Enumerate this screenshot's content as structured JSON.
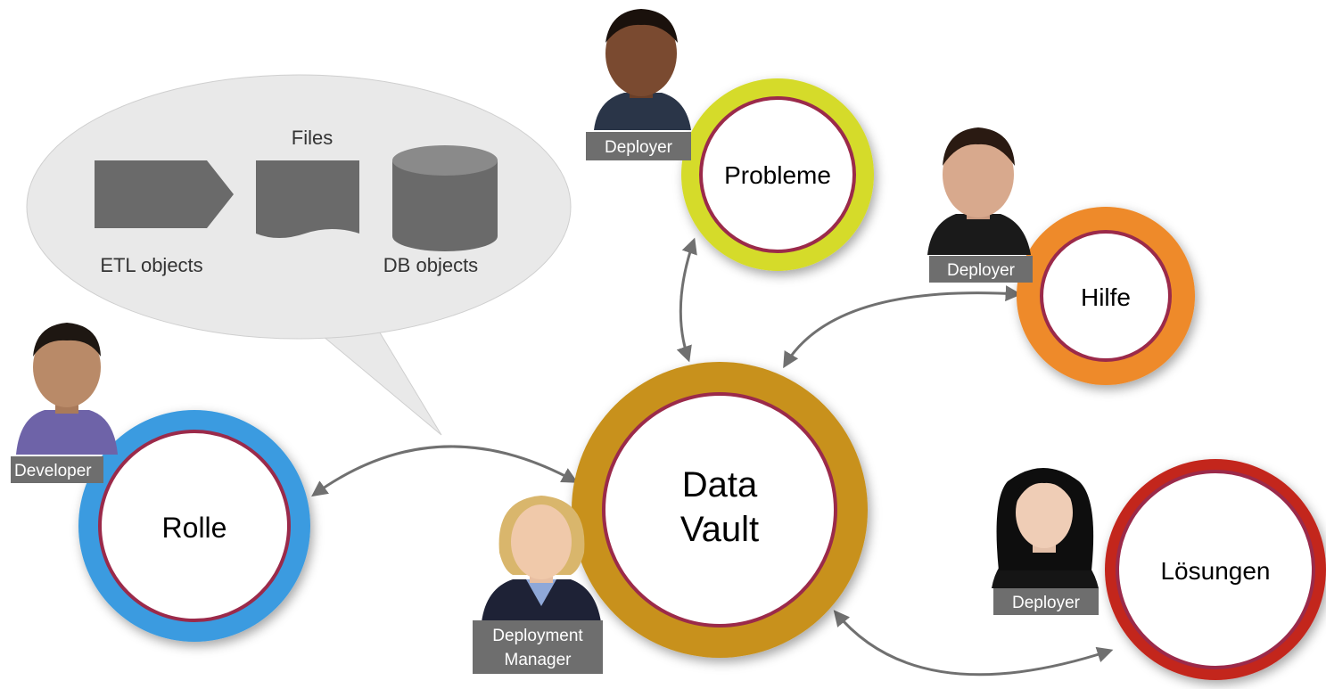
{
  "bubble": {
    "files_label": "Files",
    "etl_label": "ETL objects",
    "db_label": "DB objects"
  },
  "nodes": {
    "center": {
      "line1": "Data",
      "line2": "Vault",
      "ring_color": "#C8911A"
    },
    "probleme": {
      "label": "Probleme",
      "ring_color": "#D5DB2A"
    },
    "hilfe": {
      "label": "Hilfe",
      "ring_color": "#EE8A2A"
    },
    "rolle": {
      "label": "Rolle",
      "ring_color": "#3A9BE0"
    },
    "loesungen": {
      "label": "Lösungen",
      "ring_color": "#C3261F"
    }
  },
  "people": {
    "developer": {
      "role": "Developer"
    },
    "deployer_top": {
      "role": "Deployer"
    },
    "deployer_right": {
      "role": "Deployer"
    },
    "deployer_bottom": {
      "role": "Deployer"
    },
    "manager": {
      "role_line1": "Deployment",
      "role_line2": "Manager"
    }
  },
  "colors": {
    "inner_border": "#9B2A4A",
    "arrow": "#707070",
    "bubble_fill": "#E9E9E9",
    "shape_fill": "#6A6A6A",
    "tag_fill": "#6E6E6E"
  }
}
